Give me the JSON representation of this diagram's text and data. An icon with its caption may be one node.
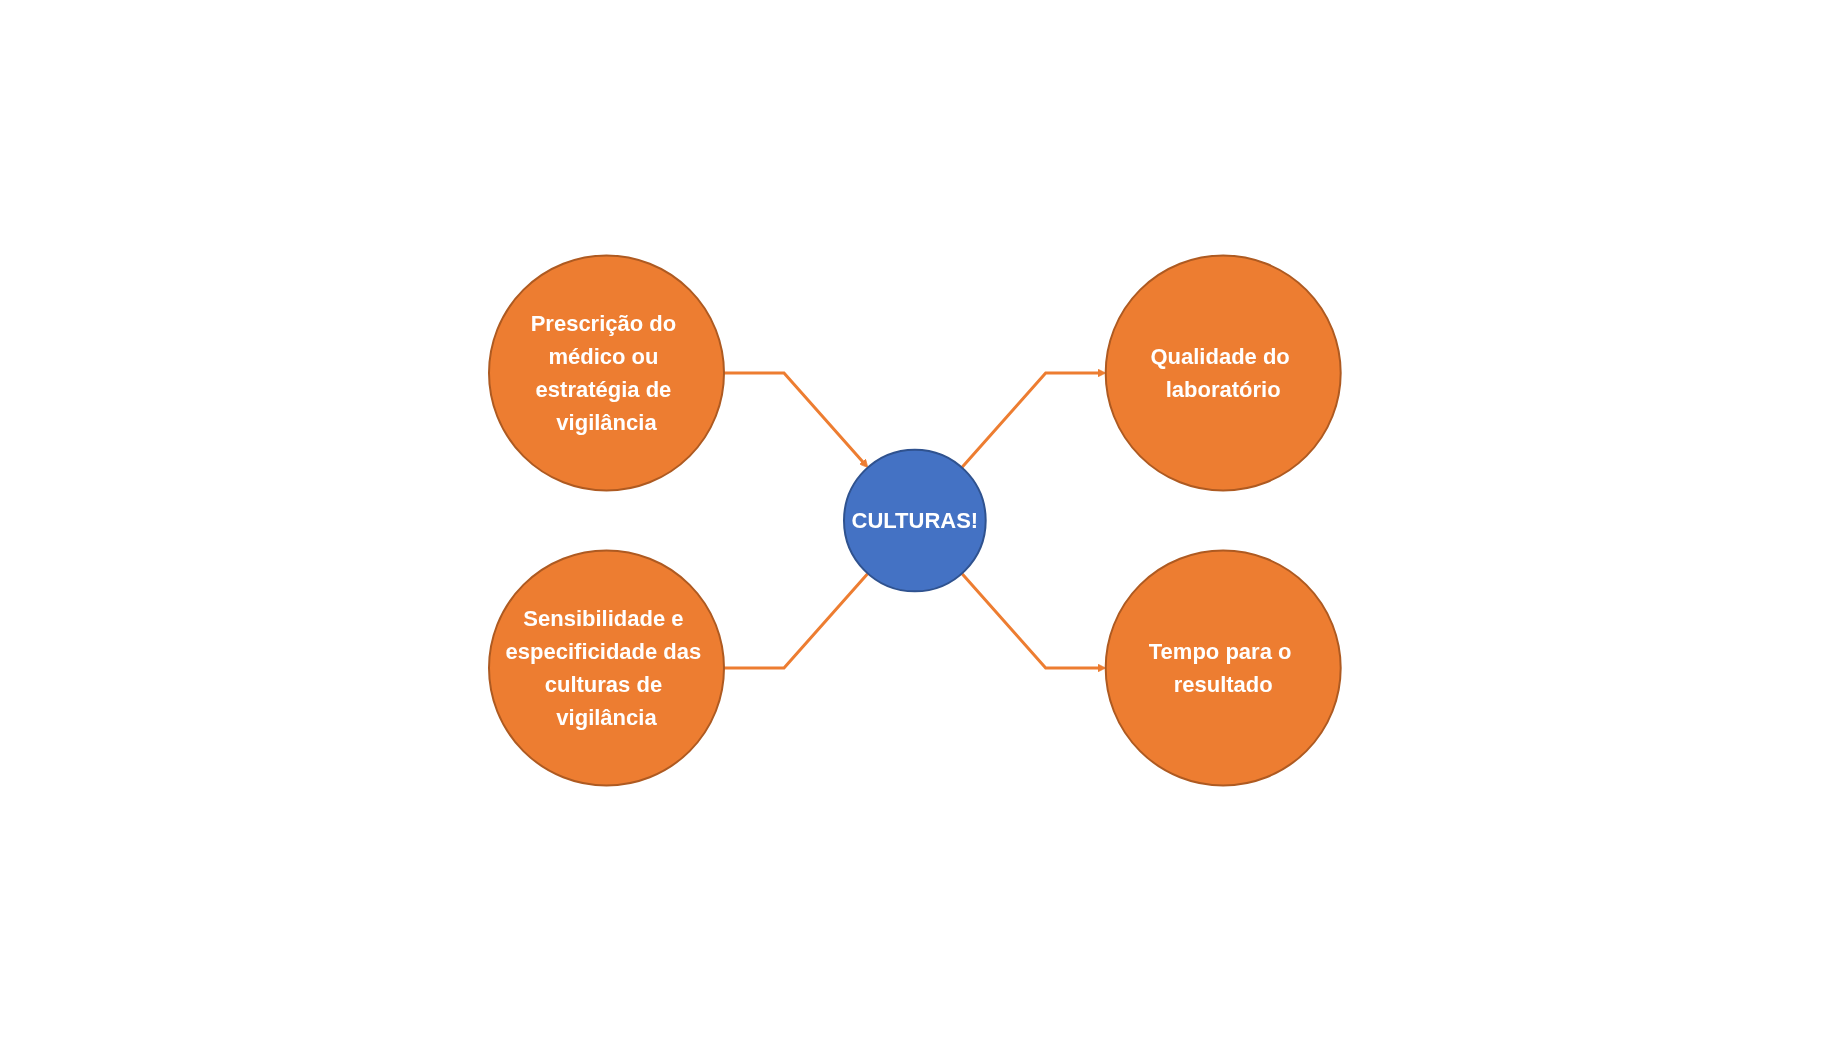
{
  "diagram": {
    "nodes": [
      {
        "text": [
          "Prescrição do médico ou estratégia de vigilância"
        ]
      },
      {
        "text": [
          "Qualidade do laboratório"
        ]
      },
      {
        "text": [
          "CULTURAS!"
        ]
      },
      {
        "text": [
          "Sensibilidade e especificidade das culturas de vigilância"
        ]
      },
      {
        "text": [
          "Tempo para o resultado"
        ]
      }
    ],
    "edges": [
      {
        "from": 0,
        "to": 2,
        "arrow": "to"
      },
      {
        "from": 2,
        "to": 1,
        "arrow": "to"
      },
      {
        "from": 3,
        "to": 2,
        "arrow": "none"
      },
      {
        "from": 2,
        "to": 4,
        "arrow": "to"
      }
    ]
  }
}
